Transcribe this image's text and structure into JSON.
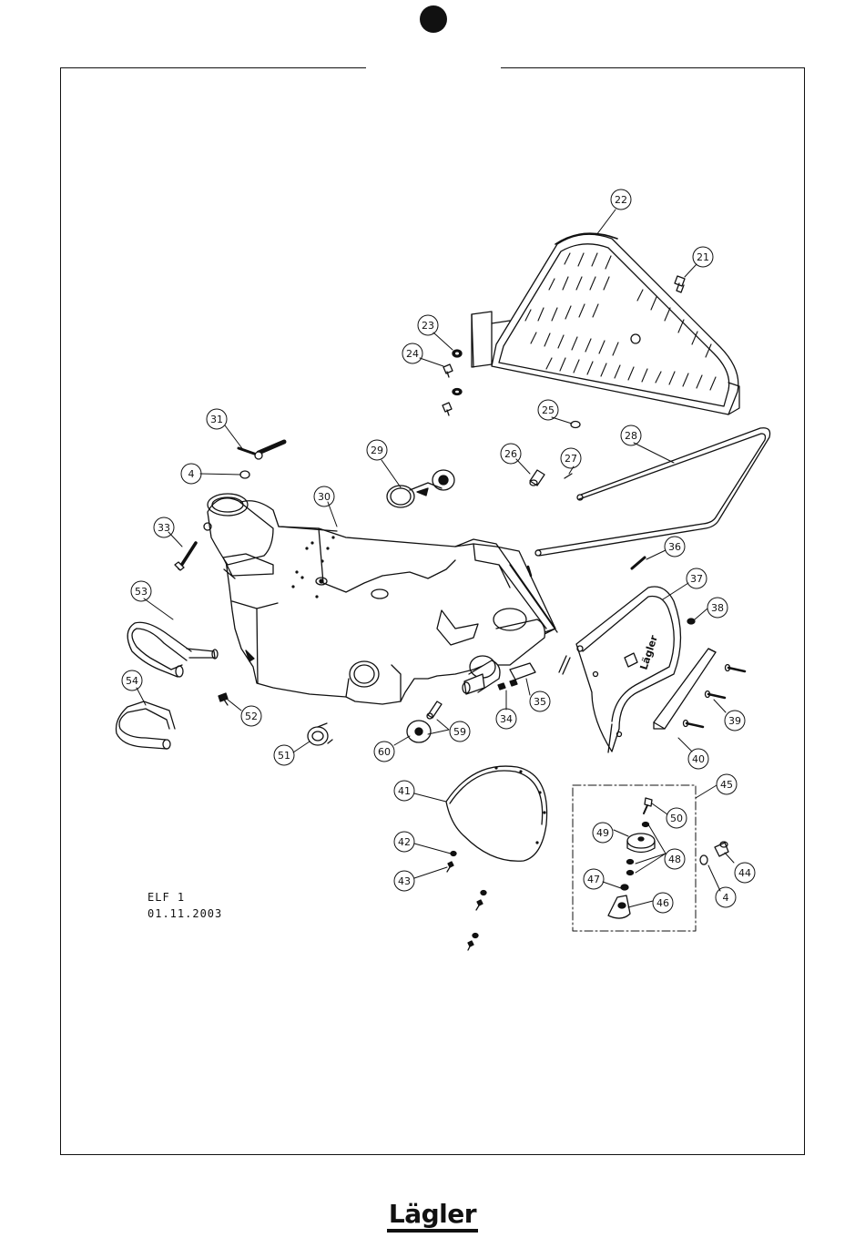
{
  "doc_info": {
    "model": "ELF 1",
    "date": "01.11.2003"
  },
  "brand": {
    "logo_text": "Lägler"
  },
  "part_stamp": "Lägler",
  "callouts": [
    "21",
    "22",
    "23",
    "24",
    "25",
    "26",
    "27",
    "28",
    "29",
    "30",
    "31",
    "4",
    "33",
    "53",
    "54",
    "52",
    "51",
    "60",
    "59",
    "34",
    "35",
    "36",
    "37",
    "38",
    "39",
    "40",
    "41",
    "42",
    "43",
    "45",
    "50",
    "49",
    "48",
    "47",
    "46",
    "44",
    "4"
  ]
}
